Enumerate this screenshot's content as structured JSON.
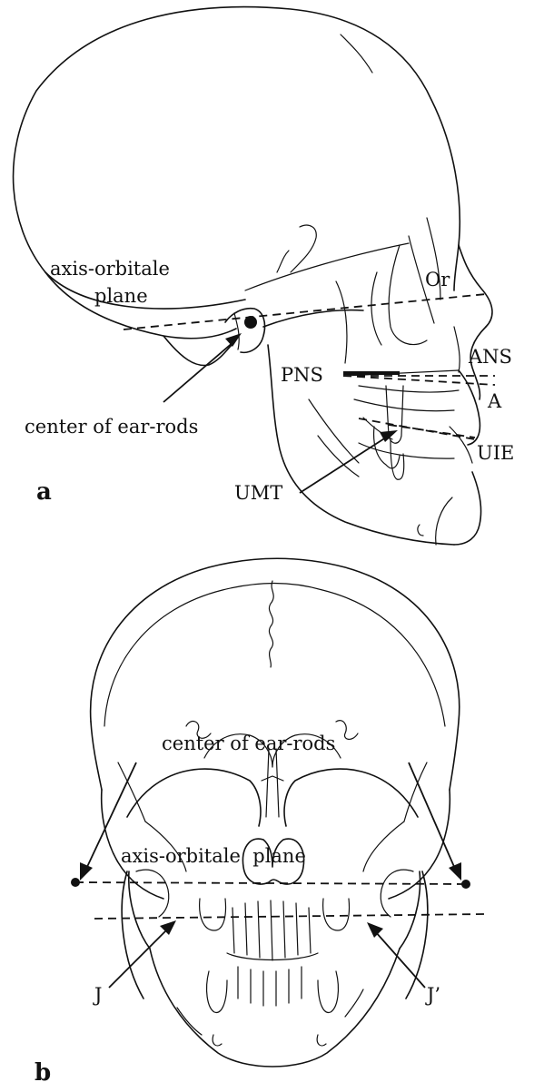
{
  "panel_a": {
    "panel_label": "a",
    "labels": {
      "axis_orbitale_line1": "axis-orbitale",
      "axis_orbitale_line2": "plane",
      "or": "Or",
      "ans": "ANS",
      "pns": "PNS",
      "a_point": "A",
      "center_of_ear_rods": "center of ear-rods",
      "uie": "UIE",
      "umt": "UMT"
    }
  },
  "panel_b": {
    "panel_label": "b",
    "labels": {
      "center_of_ear_rods": "center of ear-rods",
      "axis_orbitale_plane": "axis-orbitale  plane",
      "j": "J",
      "j_prime": "J’"
    }
  }
}
